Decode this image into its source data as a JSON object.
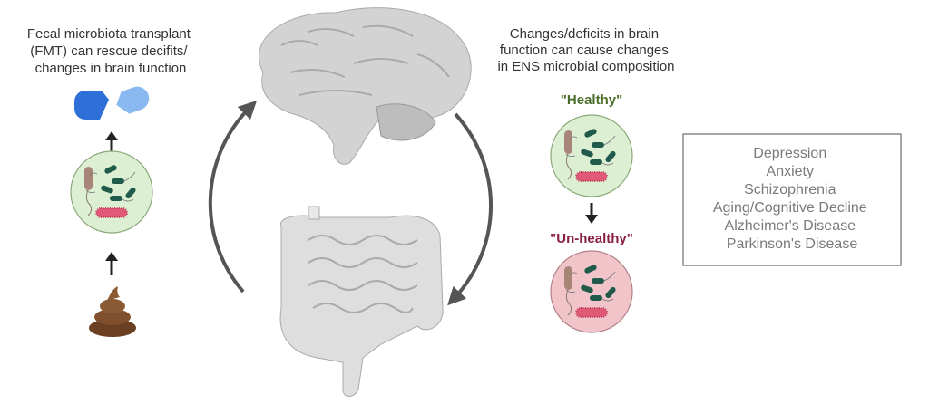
{
  "left_caption": [
    "Fecal microbiota transplant",
    "(FMT) can rescue decifits/",
    "changes in brain function"
  ],
  "right_caption": [
    "Changes/deficits in brain",
    "function can cause changes",
    "in ENS microbial composition"
  ],
  "healthy_label": "\"Healthy\"",
  "unhealthy_label": "\"Un-healthy\"",
  "disorders": [
    "Depression",
    "Anxiety",
    "Schizophrenia",
    "Aging/Cognitive Decline",
    "Alzheimer's Disease",
    "Parkinson's Disease"
  ],
  "colors": {
    "healthy": "#4a6e2a",
    "unhealthy": "#8a2040",
    "healthy_bg": "#dcefd3",
    "unhealthy_bg": "#f0c4c8",
    "pill": "#3a7be0",
    "poop": "#7a4a2a"
  }
}
